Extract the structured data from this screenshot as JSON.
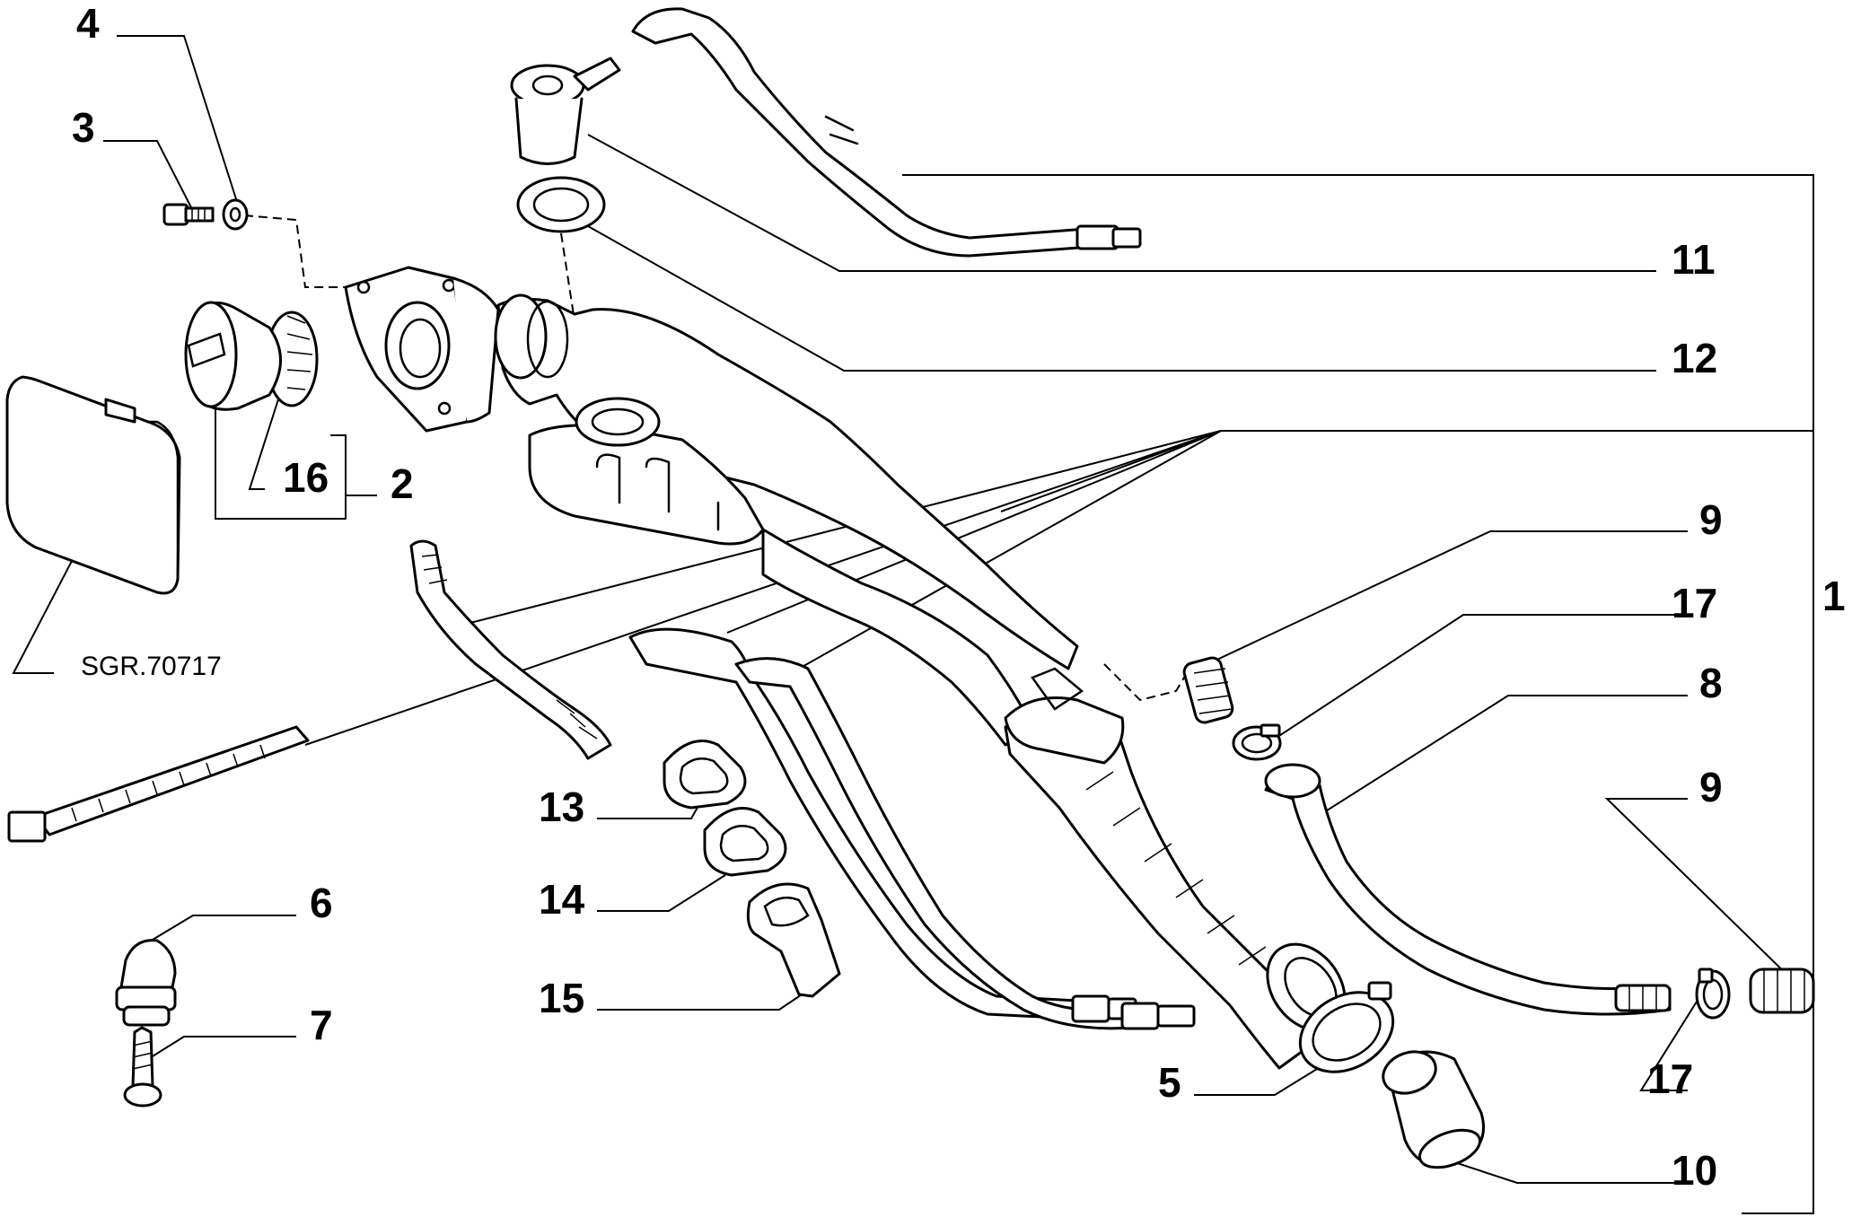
{
  "diagram": {
    "drawing_ref": "SGR.70717",
    "callouts": {
      "c1": "1",
      "c2": "2",
      "c3": "3",
      "c4": "4",
      "c5": "5",
      "c6": "6",
      "c7": "7",
      "c8": "8",
      "c9a": "9",
      "c9b": "9",
      "c10": "10",
      "c11": "11",
      "c12": "12",
      "c13": "13",
      "c14": "14",
      "c15": "15",
      "c16": "16",
      "c17a": "17",
      "c17b": "17"
    }
  }
}
